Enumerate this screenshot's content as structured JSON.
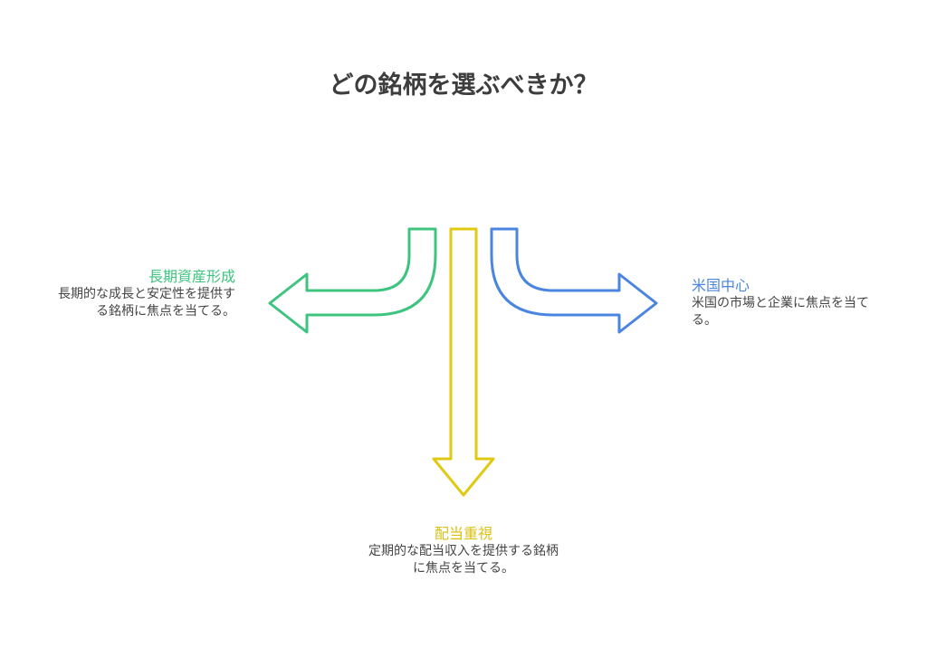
{
  "title": "どの銘柄を選ぶべきか？",
  "colors": {
    "green": "#3ec47e",
    "blue": "#4a86e0",
    "yellow": "#dfc912"
  },
  "options": [
    {
      "heading": "長期資産形成",
      "description": "長期的な成長と安定性を提供する銘柄に焦点を当てる。",
      "direction": "left"
    },
    {
      "heading": "米国中心",
      "description": "米国の市場と企業に焦点を当てる。",
      "direction": "right"
    },
    {
      "heading": "配当重視",
      "description": "定期的な配当収入を提供する銘柄に焦点を当てる。",
      "direction": "down"
    }
  ]
}
